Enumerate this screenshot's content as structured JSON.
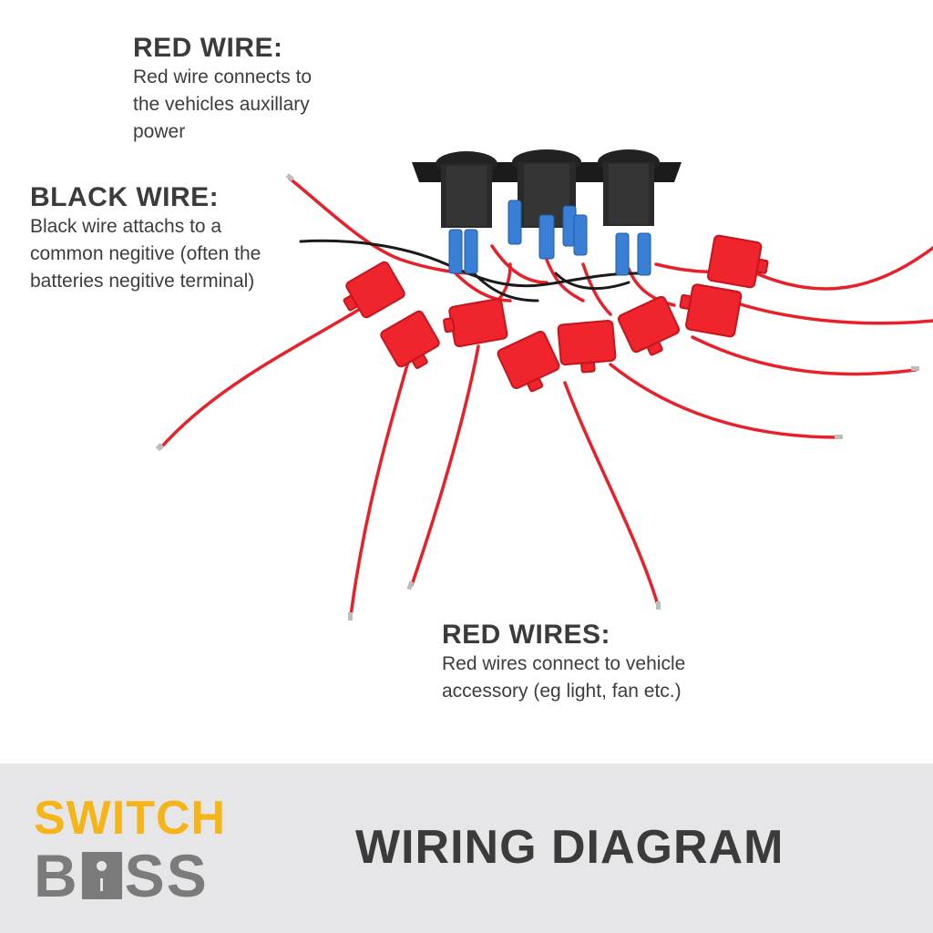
{
  "labels": {
    "red_wire": {
      "title": "RED WIRE:",
      "desc_lines": [
        "Red wire connects to",
        "the vehicles auxillary",
        "power"
      ]
    },
    "black_wire": {
      "title": "BLACK WIRE:",
      "desc_lines": [
        "Black wire attachs to a",
        "common negitive (often the",
        "batteries negitive terminal)"
      ]
    },
    "red_wires": {
      "title": "RED WIRES:",
      "desc_lines": [
        "Red wires connect to vehicle",
        "accessory (eg light, fan etc.)"
      ]
    }
  },
  "footer": {
    "logo_top": "SWITCH",
    "logo_bottom_first": "B",
    "logo_bottom_last": "SS",
    "title": "WIRING DIAGRAM"
  },
  "colors": {
    "wire_red": "#e8202a",
    "fuse_red": "#f0242c",
    "wire_black": "#1a1a1a",
    "connector_blue": "#3a7fd6",
    "panel_black": "#1b1b1b",
    "logo_yellow": "#f5b418",
    "logo_gray": "#7b7b7b",
    "footer_bg": "#e6e6e8",
    "text_dark": "#3b3b3b"
  }
}
